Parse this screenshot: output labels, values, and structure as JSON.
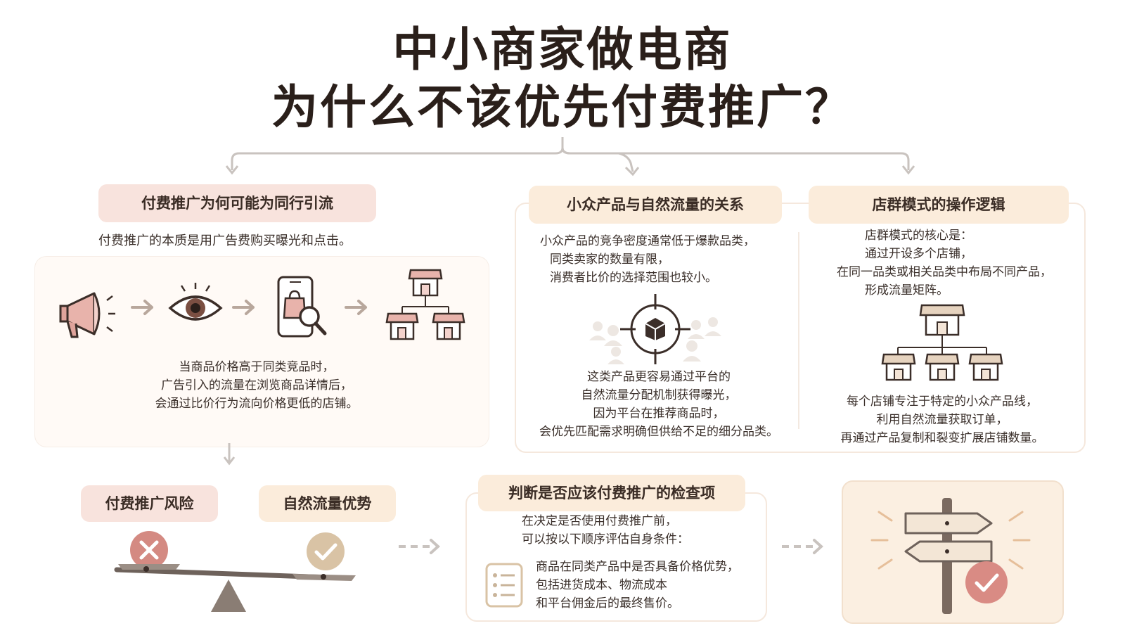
{
  "title": {
    "line1": "中小商家做电商",
    "line2": "为什么不该优先付费推广？"
  },
  "left_section": {
    "heading": "付费推广为何可能为同行引流",
    "intro": "付费推广的本质是用广告费购买曝光和点击。",
    "flow_icons": [
      "megaphone-icon",
      "eye-icon",
      "phone-shopping-bag-icon",
      "shop-network-icon"
    ],
    "explanation": [
      "当商品价格高于同类竞品时，",
      "广告引入的流量在浏览商品详情后，",
      "会通过比价行为流向价格更低的店铺。"
    ]
  },
  "middle_section": {
    "heading": "小众产品与自然流量的关系",
    "intro": [
      "小众产品的竞争密度通常低于爆款品类，",
      "同类卖家的数量有限，",
      "消费者比价的选择范围也较小。"
    ],
    "explanation": [
      "这类产品更容易通过平台的",
      "自然流量分配机制获得曝光，",
      "因为平台在推荐商品时，",
      "会优先匹配需求明确但供给不足的细分品类。"
    ]
  },
  "right_section": {
    "heading": "店群模式的操作逻辑",
    "intro": [
      "店群模式的核心是：",
      "通过开设多个店铺，",
      "在同一品类或相关品类中布局不同产品，",
      "形成流量矩阵。"
    ],
    "explanation": [
      "每个店铺专注于特定的小众产品线，",
      "利用自然流量获取订单，",
      "再通过产品复制和裂变扩展店铺数量。"
    ]
  },
  "balance": {
    "risk_label": "付费推广风险",
    "advantage_label": "自然流量优势"
  },
  "checklist": {
    "heading": "判断是否应该付费推广的检查项",
    "intro": [
      "在决定是否使用付费推广前，",
      "可以按以下顺序评估自身条件："
    ],
    "item": [
      "商品在同类产品中是否具备价格优势，",
      "包括进货成本、物流成本",
      "和平台佣金后的最终售价。"
    ]
  },
  "colors": {
    "accent_pink": "#d48a82",
    "accent_beige": "#d9c3a5",
    "pill_pink": "#f8e3dd",
    "pill_beige": "#fbecdb",
    "connector_gray": "#c9c3bf"
  }
}
